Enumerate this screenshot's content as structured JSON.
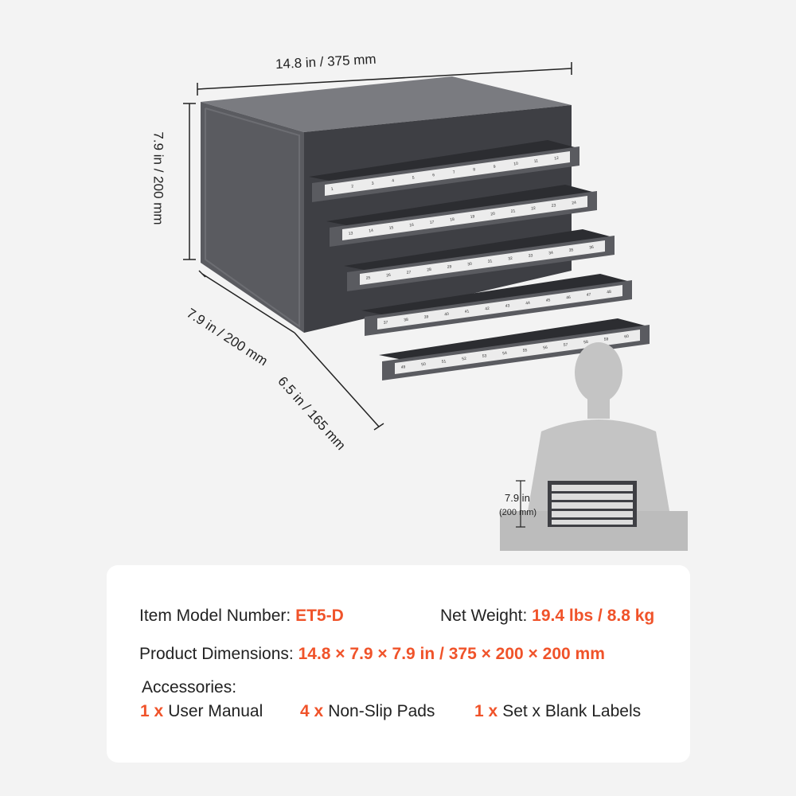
{
  "dimensions": {
    "width": "14.8 in / 375 mm",
    "height": "7.9 in / 200 mm",
    "depth_cabinet": "7.9 in / 200 mm",
    "depth_drawer": "6.5 in / 165 mm"
  },
  "scale_figure": {
    "height_label": "7.9 in",
    "height_sub": "(200 mm)"
  },
  "drawer_labels": [
    [
      "1",
      "2",
      "3",
      "4",
      "5",
      "6",
      "7",
      "8",
      "9",
      "10",
      "11",
      "12"
    ],
    [
      "13",
      "14",
      "15",
      "16",
      "17",
      "18",
      "19",
      "20",
      "21",
      "22",
      "23",
      "24"
    ],
    [
      "25",
      "26",
      "27",
      "28",
      "29",
      "30",
      "31",
      "32",
      "33",
      "34",
      "35",
      "36"
    ],
    [
      "37",
      "38",
      "39",
      "40",
      "41",
      "42",
      "43",
      "44",
      "45",
      "46",
      "47",
      "48"
    ],
    [
      "49",
      "50",
      "51",
      "52",
      "53",
      "54",
      "55",
      "56",
      "57",
      "58",
      "59",
      "60"
    ]
  ],
  "specs": {
    "model_label": "Item Model Number:",
    "model_value": "ET5-D",
    "weight_label": "Net Weight:",
    "weight_value": "19.4 lbs / 8.8 kg",
    "dims_label": "Product Dimensions:",
    "dims_value": "14.8 × 7.9 × 7.9 in / 375 × 200 × 200 mm"
  },
  "accessories": {
    "title": "Accessories:",
    "items": [
      {
        "qty": "1 x",
        "name": "User Manual"
      },
      {
        "qty": "4 x",
        "name": "Non-Slip Pads"
      },
      {
        "qty": "1 x",
        "name": "Set x Blank Labels"
      }
    ]
  },
  "colors": {
    "accent": "#f0532a",
    "cabinet": "#5a5b60",
    "cabinet_dark": "#3e3f44",
    "label": "#ececec"
  }
}
